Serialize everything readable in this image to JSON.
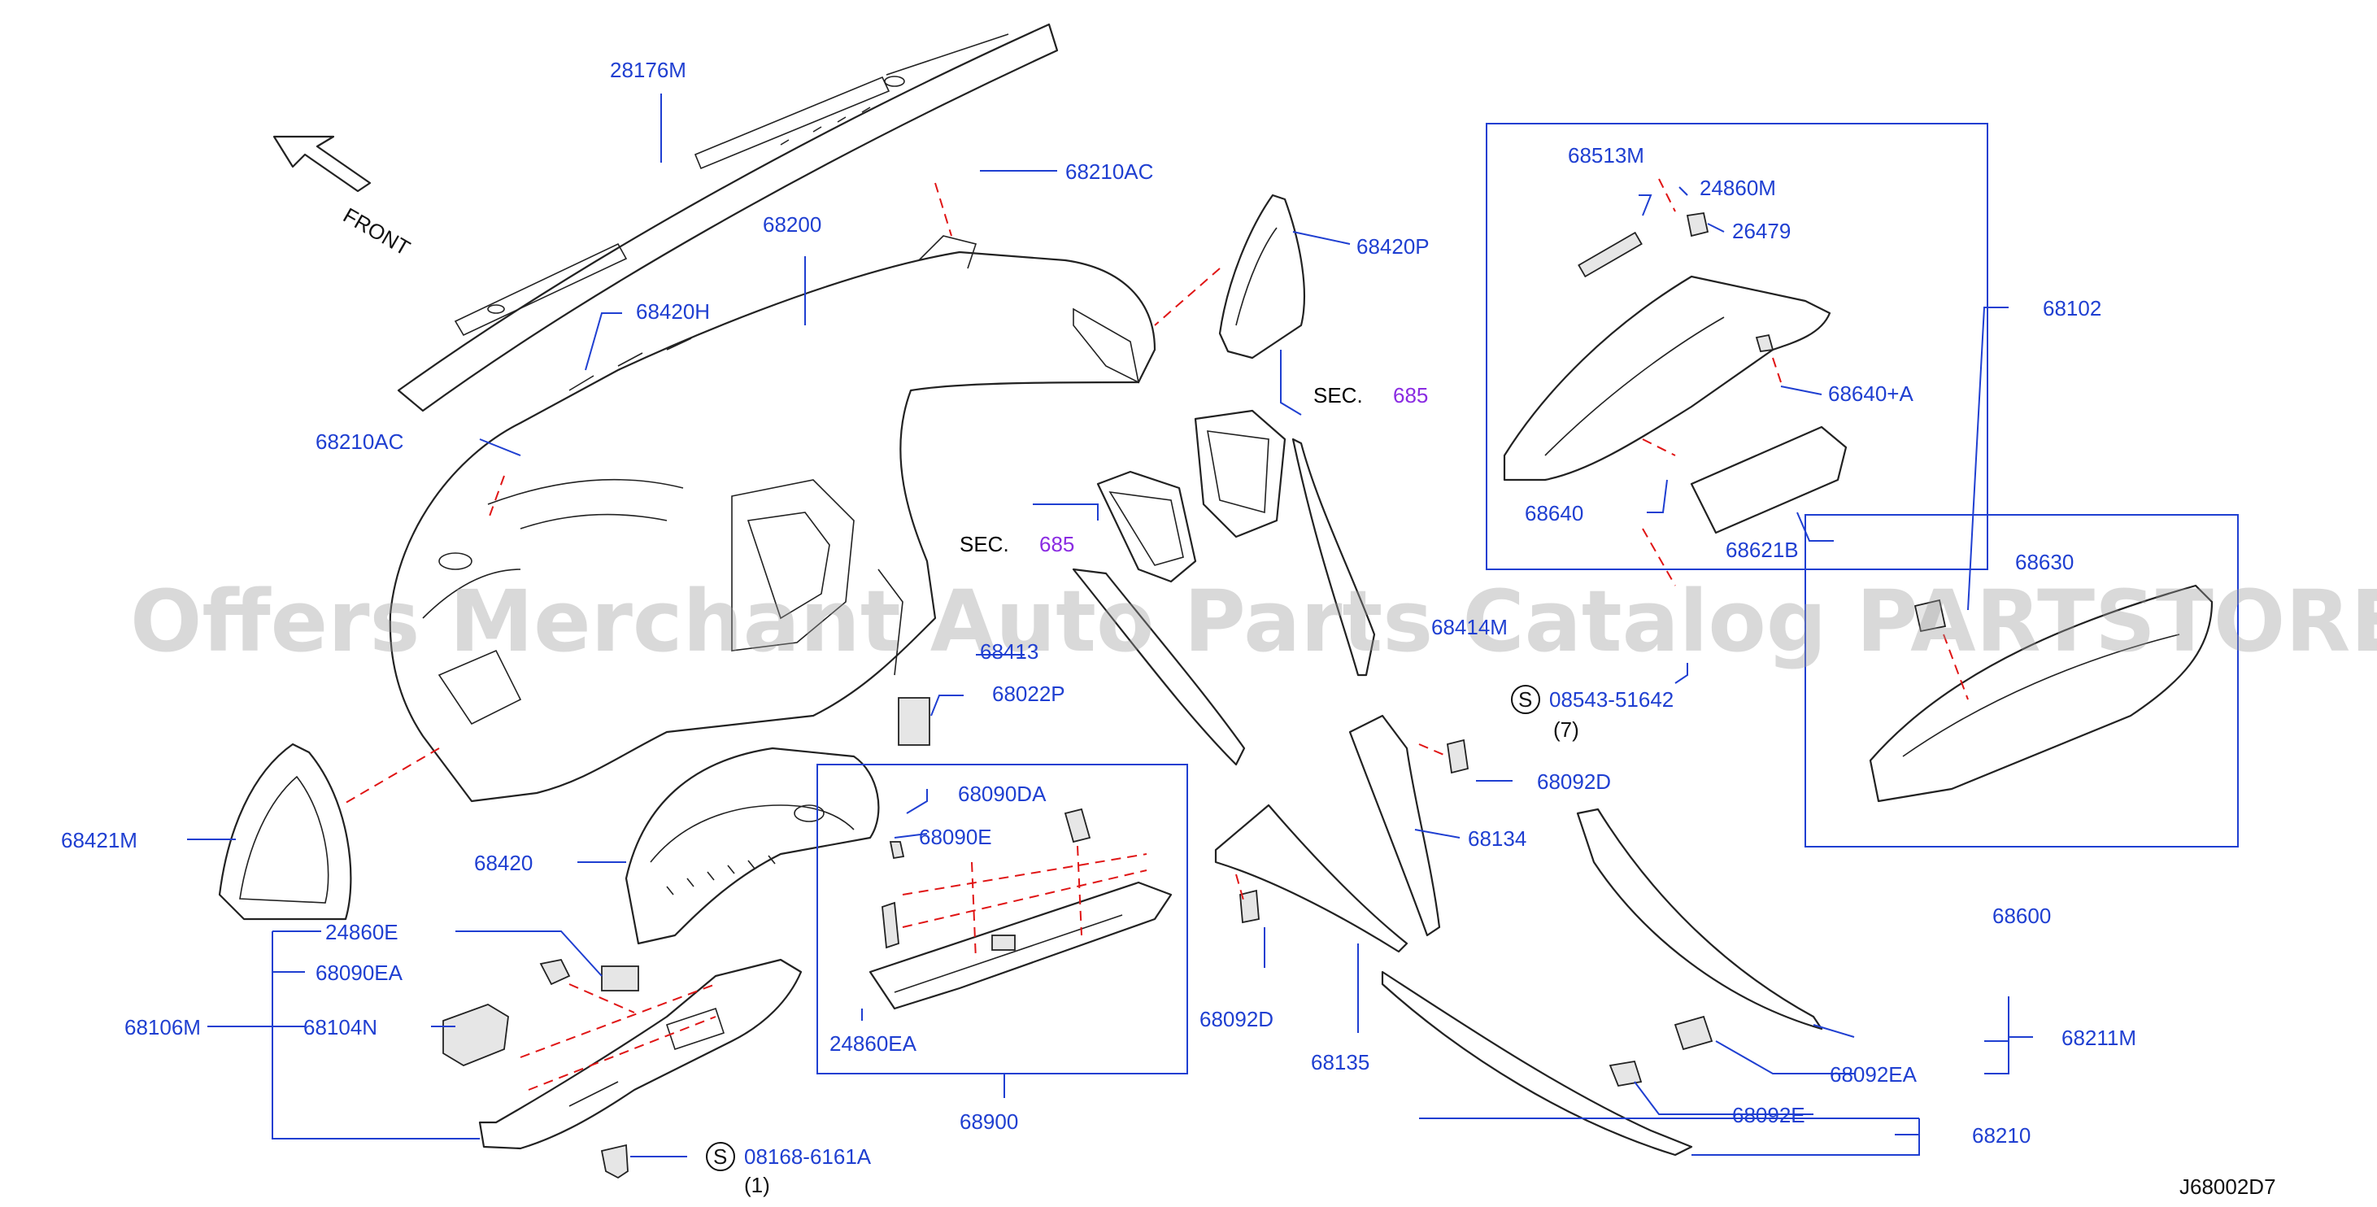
{
  "diagram": {
    "code": "J68002D7",
    "direction": "FRONT",
    "watermark": "Offers Merchant Auto Parts Catalog PARTSTORE.SA",
    "sections": [
      {
        "prefix": "SEC.",
        "number": "685"
      },
      {
        "prefix": "SEC.",
        "number": "685"
      }
    ],
    "screws": [
      {
        "badge": "S",
        "part": "08543-51642",
        "qty": "(7)"
      },
      {
        "badge": "S",
        "part": "08168-6161A",
        "qty": "(1)"
      }
    ],
    "parts": [
      "28176M",
      "68210AC",
      "68200",
      "68420P",
      "68420H",
      "68210AC",
      "68413",
      "68022P",
      "68421M",
      "68420",
      "24860E",
      "68090EA",
      "68106M",
      "68104N",
      "68090DA",
      "68090E",
      "24860EA",
      "68900",
      "68092D",
      "68135",
      "68134",
      "68092D",
      "68513M",
      "24860M",
      "26479",
      "68102",
      "68640+A",
      "68640",
      "68621B",
      "68630",
      "68600",
      "68211M",
      "68092EA",
      "68092E",
      "68210",
      "68414M"
    ]
  },
  "colors": {
    "label": "#1f3fd1",
    "section": "#8a2be2",
    "dash": "#e01515",
    "line": "#222222"
  }
}
